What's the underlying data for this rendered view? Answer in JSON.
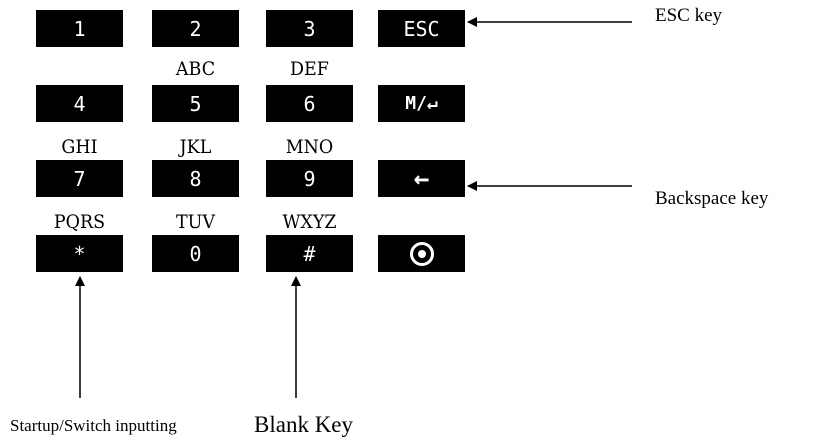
{
  "keypad": {
    "keys": [
      {
        "id": "1",
        "label": "1"
      },
      {
        "id": "2",
        "label": "2"
      },
      {
        "id": "3",
        "label": "3"
      },
      {
        "id": "esc",
        "label": "ESC"
      },
      {
        "id": "4",
        "label": "4"
      },
      {
        "id": "5",
        "label": "5"
      },
      {
        "id": "6",
        "label": "6"
      },
      {
        "id": "menu-enter",
        "label": "M/↵"
      },
      {
        "id": "7",
        "label": "7"
      },
      {
        "id": "8",
        "label": "8"
      },
      {
        "id": "9",
        "label": "9"
      },
      {
        "id": "backspace",
        "label": "←",
        "icon": "left-arrow-icon"
      },
      {
        "id": "star",
        "label": "*"
      },
      {
        "id": "0",
        "label": "0"
      },
      {
        "id": "hash",
        "label": "#"
      },
      {
        "id": "power",
        "label": "",
        "icon": "power-ring-icon"
      }
    ],
    "letters": {
      "key2": "ABC",
      "key3": "DEF",
      "key4": "GHI",
      "key5": "JKL",
      "key6": "MNO",
      "key7": "PQRS",
      "key8": "TUV",
      "key9": "WXYZ"
    }
  },
  "annotations": {
    "esc_key": "ESC key",
    "backspace_key": "Backspace key",
    "startup_switch": "Startup/Switch  inputting",
    "blank_key": "Blank Key"
  }
}
